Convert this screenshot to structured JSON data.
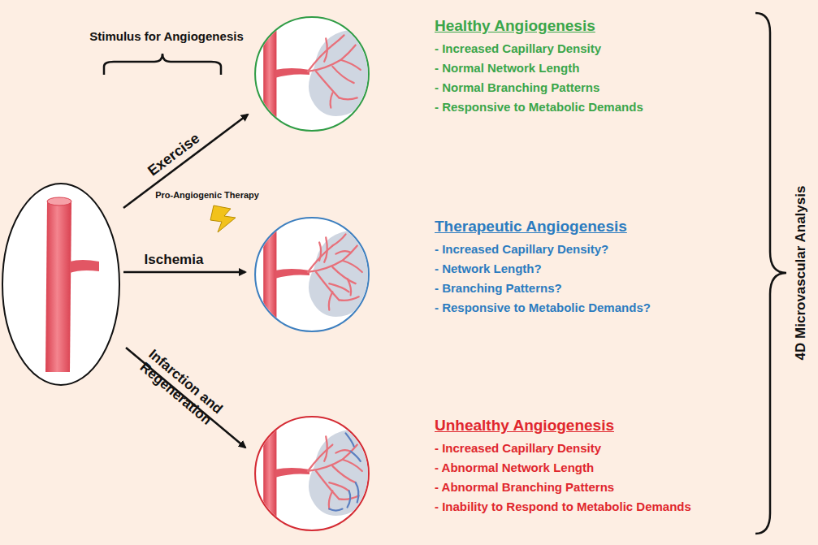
{
  "diagram": {
    "nodes": [
      {
        "text": [
          "Healthy Angiogenesis",
          "- Increased Capillary Density",
          "- Normal Network Length",
          "- Normal Branching Patterns",
          "- Responsive to Metabolic Demands"
        ]
      },
      {
        "text": [
          "Therapeutic Angiogenesis",
          "- Increased Capillary Density?",
          "- Network Length?",
          "- Branching Patterns?",
          "- Responsive to Metabolic Demands?"
        ]
      },
      {
        "text": [
          "Unhealthy Angiogenesis",
          "- Increased Capillary Density",
          "- Abnormal Network Length",
          "- Abnormal Branching Patterns",
          "- Inability to Respond to Metabolic Demands"
        ]
      }
    ],
    "labels": [
      "Stimulus for Angiogenesis",
      "Exercise",
      "Pro-Angiogenic Therapy",
      "Ischemia",
      "Infarction and Regeneration",
      "4D Microvascular Analysis"
    ]
  }
}
